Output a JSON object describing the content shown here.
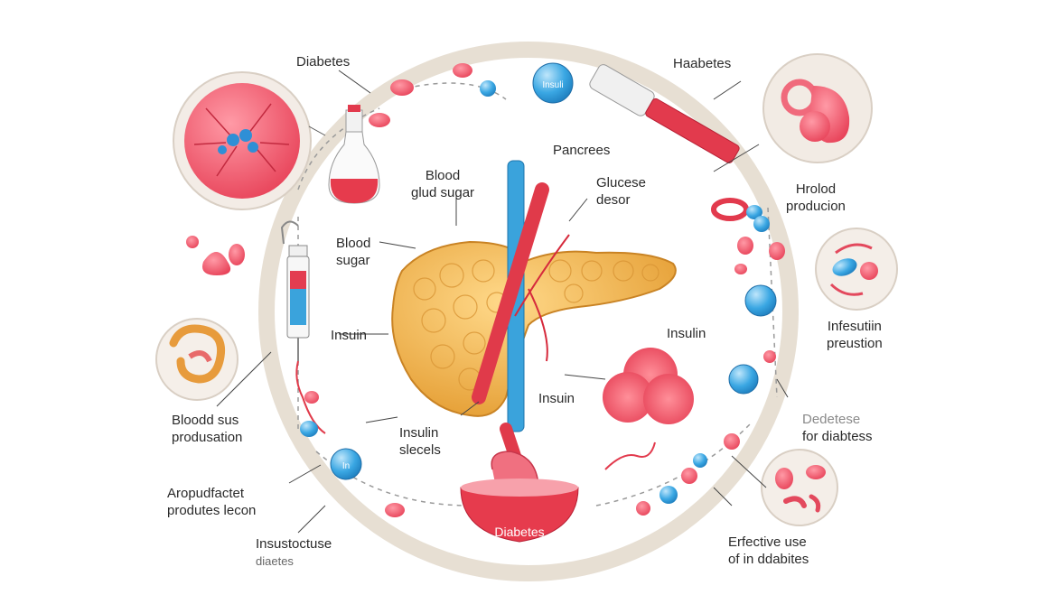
{
  "labels": {
    "diabetes_top_left": "Diabetes",
    "haabetes_top_right": "Haabetes",
    "pancrees": "Pancrees",
    "blood_glud_sugar": [
      "Blood",
      "glud sugar"
    ],
    "glucese_desor": [
      "Glucese",
      "desor"
    ],
    "hrolod_production": [
      "Hrolod",
      "producion"
    ],
    "blood_sugar": [
      "Blood",
      "sugar"
    ],
    "insuin_left": "Insuin",
    "insulin_right": "Insulin",
    "insuin_center": "Insuin",
    "insulin_slecels": [
      "Insulin",
      "slecels"
    ],
    "infesutiin_preustion": [
      "Infesutiin",
      "preustion"
    ],
    "bloodd_sus_produsation": [
      "Bloodd sus",
      "produsation"
    ],
    "dedetese_for_diabtess": [
      "Dedetese",
      "for diabtess"
    ],
    "aropudfactet": [
      "Aropudfactet",
      "produtes lecon"
    ],
    "insustoctuse_diaetes": [
      "Insustoctuse",
      "diaetes"
    ],
    "erfective_use": [
      "Erfective use",
      "of in ddabites"
    ],
    "bowl_label": "Diabetes",
    "molecule_label": "Insuli",
    "molecule_short": "In"
  },
  "colors": {
    "ring": "#e9e1d6",
    "pink": "#f25d72",
    "blue": "#3aa7e3",
    "pancreas": "#f0b34a",
    "vessel_red": "#e03a4a",
    "vessel_blue": "#3aa3dc"
  }
}
